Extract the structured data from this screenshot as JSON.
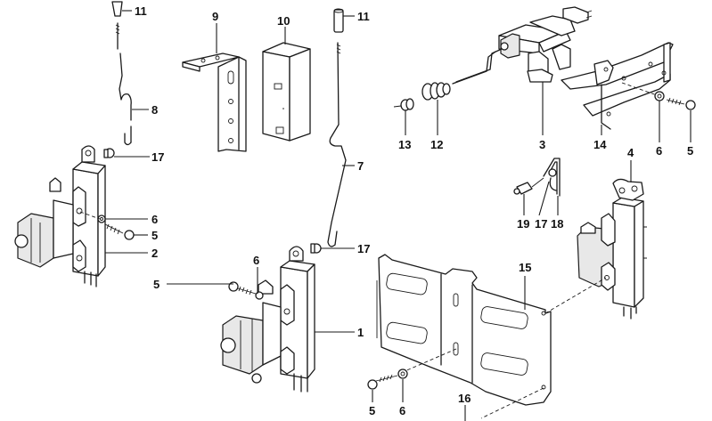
{
  "diagram": {
    "type": "exploded-parts-diagram",
    "subject": "central locking actuators and mounting hardware",
    "colors": {
      "line": "#1a1a1a",
      "background": "#ffffff",
      "label": "#111111"
    },
    "callouts": {
      "c1": "1",
      "c2": "2",
      "c3": "3",
      "c4": "4",
      "c5a": "5",
      "c5b": "5",
      "c5c": "5",
      "c5d": "5",
      "c6a": "6",
      "c6b": "6",
      "c6c": "6",
      "c6d": "6",
      "c7": "7",
      "c8": "8",
      "c9": "9",
      "c10": "10",
      "c11a": "11",
      "c11b": "11",
      "c12": "12",
      "c13": "13",
      "c14": "14",
      "c15": "15",
      "c16": "16",
      "c17a": "17",
      "c17b": "17",
      "c17c": "17",
      "c18": "18",
      "c19": "19"
    }
  }
}
